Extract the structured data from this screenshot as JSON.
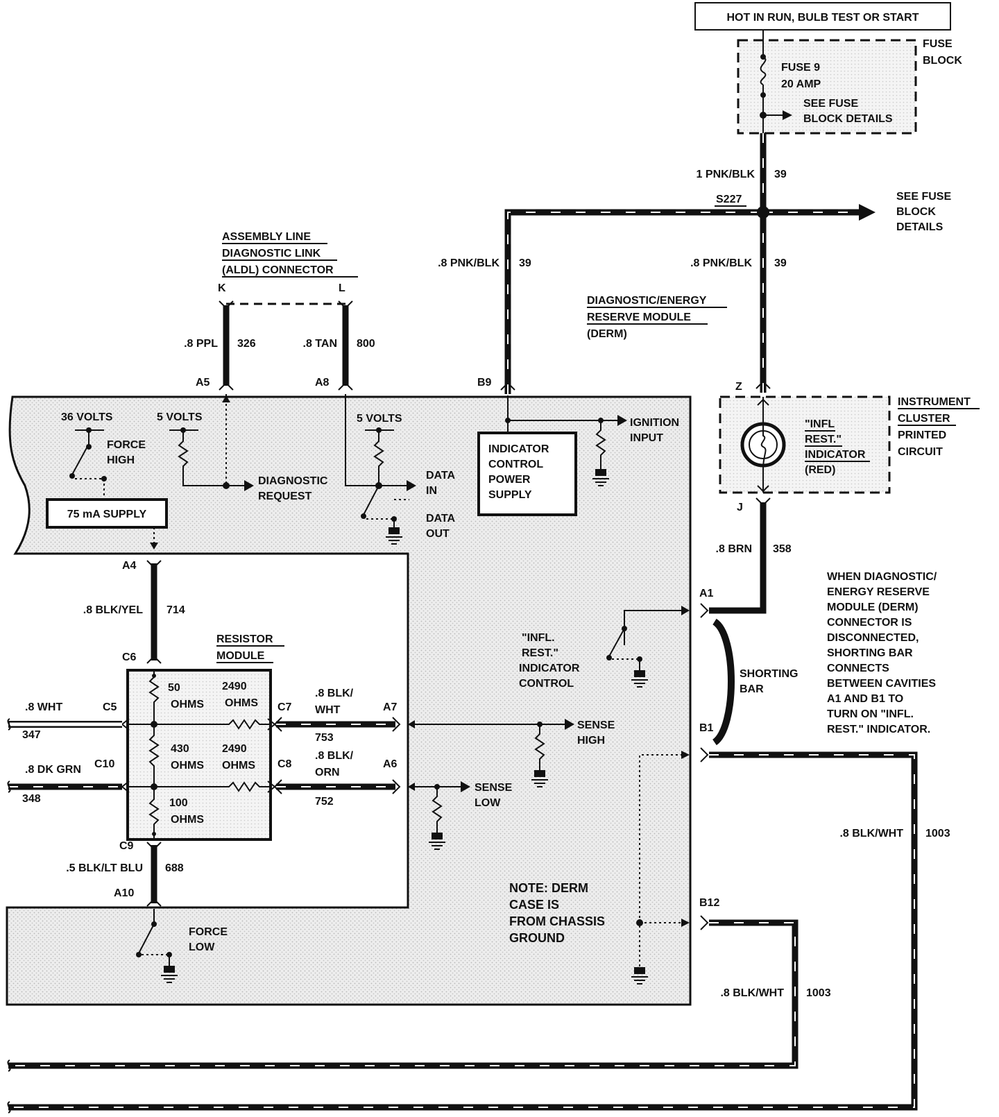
{
  "power": {
    "hot_label": "HOT IN RUN, BULB TEST OR START",
    "fuse_block_1": "FUSE",
    "fuse_block_2": "BLOCK",
    "fuse_name": "FUSE 9",
    "fuse_amp": "20 AMP",
    "see_fuse_1": "SEE FUSE",
    "see_fuse_2": "BLOCK DETAILS",
    "wire_top": "1 PNK/BLK",
    "circuit_top": "39",
    "splice": "S227",
    "see_fuse_right_1": "SEE FUSE",
    "see_fuse_right_2": "BLOCK",
    "see_fuse_right_3": "DETAILS",
    "wire_left": ".8 PNK/BLK",
    "circuit_left": "39",
    "wire_right": ".8 PNK/BLK",
    "circuit_right": "39"
  },
  "aldl": {
    "title_1": "ASSEMBLY LINE",
    "title_2": "DIAGNOSTIC LINK",
    "title_3": "(ALDL) CONNECTOR",
    "pin_k": "K",
    "pin_l": "L",
    "wire_a5": ".8 PPL",
    "circuit_a5": "326",
    "wire_a8": ".8 TAN",
    "circuit_a8": "800"
  },
  "derm": {
    "title_1": "DIAGNOSTIC/ENERGY",
    "title_2": "RESERVE MODULE",
    "title_3": "(DERM)",
    "pin_a5": "A5",
    "pin_a8": "A8",
    "pin_b9": "B9",
    "pin_a4": "A4",
    "pin_a1": "A1",
    "pin_b1": "B1",
    "pin_a7": "A7",
    "pin_a6": "A6",
    "pin_a10": "A10",
    "pin_b12": "B12",
    "volts36": "36 VOLTS",
    "volts5a": "5 VOLTS",
    "volts5b": "5 VOLTS",
    "force_high_1": "FORCE",
    "force_high_2": "HIGH",
    "supply": "75 mA SUPPLY",
    "diag_req_1": "DIAGNOSTIC",
    "diag_req_2": "REQUEST",
    "data_in_1": "DATA",
    "data_in_2": "IN",
    "data_out_1": "DATA",
    "data_out_2": "OUT",
    "icps_1": "INDICATOR",
    "icps_2": "CONTROL",
    "icps_3": "POWER",
    "icps_4": "SUPPLY",
    "ign_1": "IGNITION",
    "ign_2": "INPUT",
    "infl_ctrl_1": "\"INFL.",
    "infl_ctrl_2": "REST.\"",
    "infl_ctrl_3": "INDICATOR",
    "infl_ctrl_4": "CONTROL",
    "sense_high_1": "SENSE",
    "sense_high_2": "HIGH",
    "sense_low_1": "SENSE",
    "sense_low_2": "LOW",
    "force_low_1": "FORCE",
    "force_low_2": "LOW",
    "note_1": "NOTE: DERM",
    "note_2": "CASE IS",
    "note_3": "FROM CHASSIS",
    "note_4": "GROUND"
  },
  "cluster": {
    "pin_z": "Z",
    "pin_j": "J",
    "ind_1": "\"INFL",
    "ind_2": "REST.\"",
    "ind_3": "INDICATOR",
    "ind_4": "(RED)",
    "title_1": "INSTRUMENT",
    "title_2": "CLUSTER",
    "title_3": "PRINTED",
    "title_4": "CIRCUIT",
    "wire_j": ".8 BRN",
    "circuit_j": "358"
  },
  "shorting": {
    "bar_1": "SHORTING",
    "bar_2": "BAR",
    "note": [
      "WHEN DIAGNOSTIC/",
      "ENERGY RESERVE",
      "MODULE (DERM)",
      "CONNECTOR IS",
      "DISCONNECTED,",
      "SHORTING BAR",
      "CONNECTS",
      "BETWEEN CAVITIES",
      "A1 AND B1 TO",
      "TURN ON \"INFL.",
      "REST.\" INDICATOR."
    ]
  },
  "resistor": {
    "title_1": "RESISTOR",
    "title_2": "MODULE",
    "r50_1": "50",
    "r50_2": "OHMS",
    "r2490a_1": "2490",
    "r2490a_2": "OHMS",
    "r430_1": "430",
    "r430_2": "OHMS",
    "r2490b_1": "2490",
    "r2490b_2": "OHMS",
    "r100_1": "100",
    "r100_2": "OHMS",
    "pin_c5": "C5",
    "pin_c6": "C6",
    "pin_c7": "C7",
    "pin_c8": "C8",
    "pin_c9": "C9",
    "pin_c10": "C10",
    "wire_c5": ".8 WHT",
    "circuit_c5": "347",
    "wire_c10": ".8 DK GRN",
    "circuit_c10": "348",
    "wire_a4": ".8 BLK/YEL",
    "circuit_a4": "714",
    "wire_a7_1": ".8 BLK/",
    "wire_a7_2": "WHT",
    "circuit_a7": "753",
    "wire_a6_1": ".8 BLK/",
    "wire_a6_2": "ORN",
    "circuit_a6": "752",
    "wire_c9": ".5 BLK/LT BLU",
    "circuit_c9": "688"
  },
  "ground_wires": {
    "wire_b1": ".8 BLK/WHT",
    "circuit_b1": "1003",
    "wire_b12": ".8 BLK/WHT",
    "circuit_b12": "1003"
  }
}
